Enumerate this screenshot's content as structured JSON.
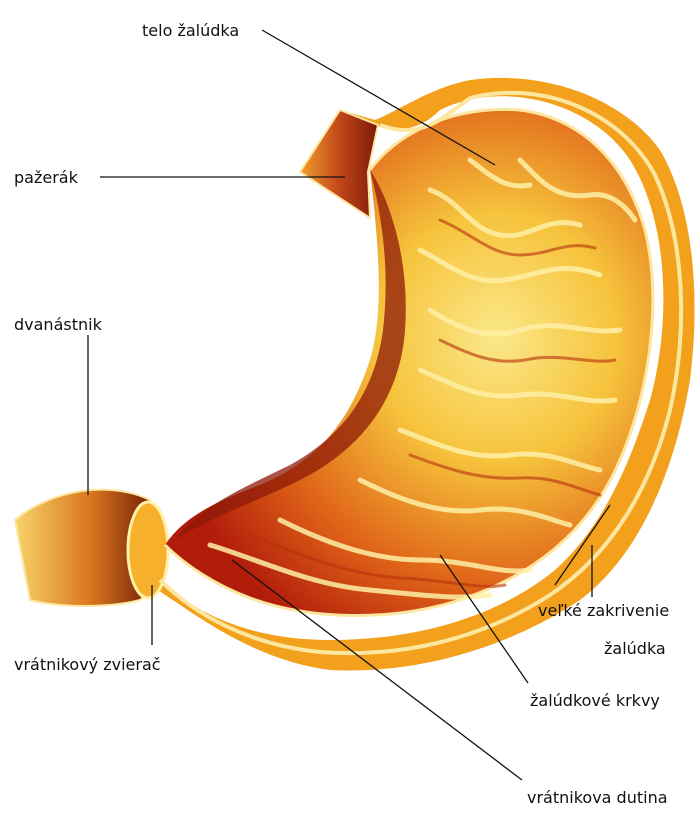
{
  "labels": {
    "telo_zaludka": "telo žalúdka",
    "pazerak": "pažerák",
    "dvanastnik": "dvanástnik",
    "vrat_zvierac": "vrátnikový zvierač",
    "velke_zakrivenie_1": "veľké zakrivenie",
    "velke_zakrivenie_2": "žalúdka",
    "krkvy": "žalúdkové krkvy",
    "vrat_dutina": "vrátnikova dutina"
  },
  "colors": {
    "outer_wall": "#f3a11c",
    "wall_rim": "#fde7a0",
    "lumen_dark": "#b8200d",
    "lumen_mid": "#df5a14",
    "lumen_light": "#f8d75a",
    "fold_highlight": "#fff0a6",
    "line": "#111111"
  }
}
